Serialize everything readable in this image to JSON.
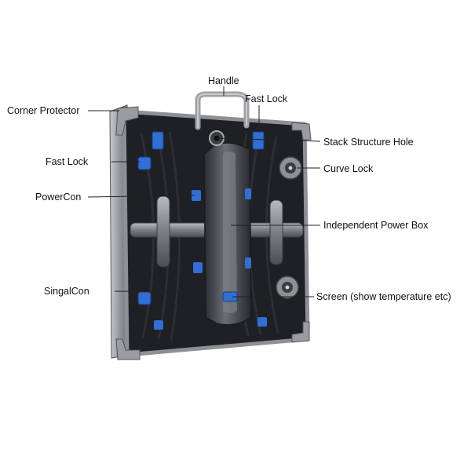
{
  "diagram": {
    "labels": {
      "handle": "Handle",
      "fast_lock_top": "Fast Lock",
      "corner_protector": "Corner Protector",
      "stack_structure_hole": "Stack Structure Hole",
      "fast_lock_left": "Fast Lock",
      "curve_lock": "Curve Lock",
      "powercon": "PowerCon",
      "independent_power_box": "Independent Power Box",
      "singalcon": "SingalCon",
      "screen": "Screen (show temperature etc)"
    }
  },
  "colors": {
    "background": "#ffffff",
    "panel_dark": "#1e2024",
    "frame_gray": "#8e9096",
    "power_box": "#4a4d53",
    "accent_blue": "#2f6fd6",
    "leader_line": "#222222"
  }
}
